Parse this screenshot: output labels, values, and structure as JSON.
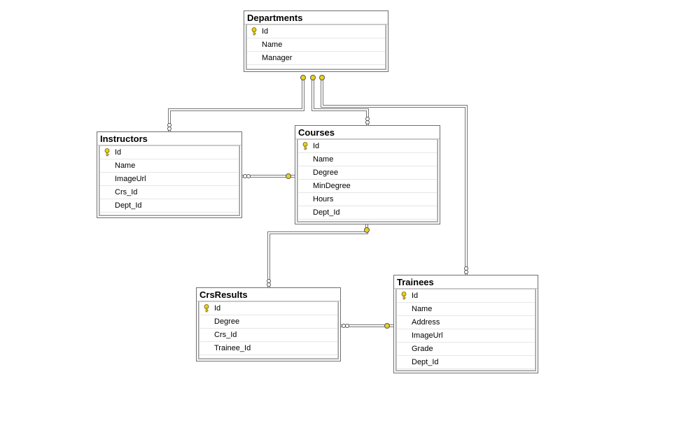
{
  "tables": [
    {
      "name": "Departments",
      "columns": [
        {
          "name": "Id",
          "pk": true
        },
        {
          "name": "Name"
        },
        {
          "name": "Manager"
        }
      ]
    },
    {
      "name": "Instructors",
      "columns": [
        {
          "name": "Id",
          "pk": true
        },
        {
          "name": "Name"
        },
        {
          "name": "ImageUrl"
        },
        {
          "name": "Crs_Id"
        },
        {
          "name": "Dept_Id"
        }
      ]
    },
    {
      "name": "Courses",
      "columns": [
        {
          "name": "Id",
          "pk": true
        },
        {
          "name": "Name"
        },
        {
          "name": "Degree"
        },
        {
          "name": "MinDegree"
        },
        {
          "name": "Hours"
        },
        {
          "name": "Dept_Id"
        }
      ]
    },
    {
      "name": "CrsResults",
      "columns": [
        {
          "name": "Id",
          "pk": true
        },
        {
          "name": "Degree"
        },
        {
          "name": "Crs_Id"
        },
        {
          "name": "Trainee_Id"
        }
      ]
    },
    {
      "name": "Trainees",
      "columns": [
        {
          "name": "Id",
          "pk": true
        },
        {
          "name": "Name"
        },
        {
          "name": "Address"
        },
        {
          "name": "ImageUrl"
        },
        {
          "name": "Grade"
        },
        {
          "name": "Dept_Id"
        }
      ]
    }
  ],
  "relationships": [
    {
      "one": "Departments",
      "many": "Instructors"
    },
    {
      "one": "Departments",
      "many": "Courses"
    },
    {
      "one": "Departments",
      "many": "Trainees"
    },
    {
      "one": "Courses",
      "many": "Instructors"
    },
    {
      "one": "Courses",
      "many": "CrsResults"
    },
    {
      "one": "Trainees",
      "many": "CrsResults"
    }
  ],
  "colors": {
    "key": "#e8d21a",
    "line": "#7a7a7a"
  }
}
